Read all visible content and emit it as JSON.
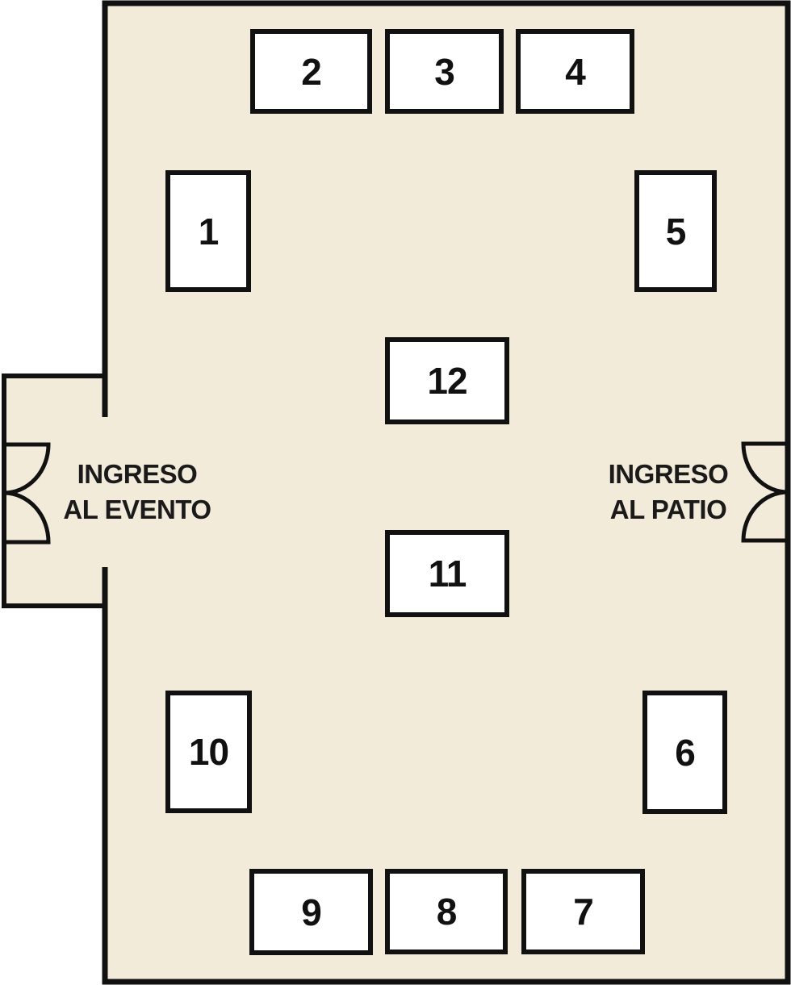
{
  "floorplan": {
    "background_color": "#f2ebda",
    "wall_color": "#111111",
    "booth_fill": "#ffffff",
    "text_color": "#1a1a1a",
    "booths": [
      {
        "label": "1"
      },
      {
        "label": "2"
      },
      {
        "label": "3"
      },
      {
        "label": "4"
      },
      {
        "label": "5"
      },
      {
        "label": "6"
      },
      {
        "label": "7"
      },
      {
        "label": "8"
      },
      {
        "label": "9"
      },
      {
        "label": "10"
      },
      {
        "label": "11"
      },
      {
        "label": "12"
      }
    ],
    "entrances": {
      "event": {
        "line1": "INGRESO",
        "line2": "AL EVENTO"
      },
      "patio": {
        "line1": "INGRESO",
        "line2": "AL PATIO"
      }
    }
  }
}
